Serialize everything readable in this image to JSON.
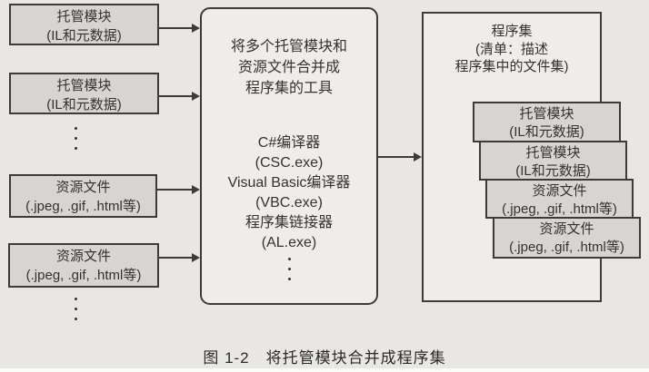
{
  "figure": {
    "caption": "图 1-2　将托管模块合并成程序集"
  },
  "left_column": {
    "boxes": [
      {
        "line1": "托管模块",
        "line2": "(IL和元数据)"
      },
      {
        "line1": "托管模块",
        "line2": "(IL和元数据)"
      },
      {
        "line1": "资源文件",
        "line2": "(.jpeg, .gif, .html等)"
      },
      {
        "line1": "资源文件",
        "line2": "(.jpeg, .gif, .html等)"
      }
    ]
  },
  "merge_tool_box": {
    "description_lines": [
      "将多个托管模块和",
      "资源文件合并成",
      "程序集的工具"
    ],
    "tool_lines": [
      "C#编译器",
      "(CSC.exe)",
      "Visual Basic编译器",
      "(VBC.exe)",
      "程序集链接器",
      "(AL.exe)"
    ]
  },
  "assembly_box": {
    "title": "程序集",
    "manifest_line1": "(清单：描述",
    "manifest_line2": "程序集中的文件集)",
    "files": [
      {
        "line1": "托管模块",
        "line2": "(IL和元数据)"
      },
      {
        "line1": "托管模块",
        "line2": "(IL和元数据)"
      },
      {
        "line1": "资源文件",
        "line2": "(.jpeg, .gif, .html等)"
      },
      {
        "line1": "资源文件",
        "line2": "(.jpeg, .gif, .html等)"
      }
    ]
  },
  "colors": {
    "page_bg": "#e9e7e4",
    "panel_bg": "#efedea",
    "box_fill": "#d7d5d2",
    "border": "#3d3b38",
    "text": "#34322e"
  }
}
